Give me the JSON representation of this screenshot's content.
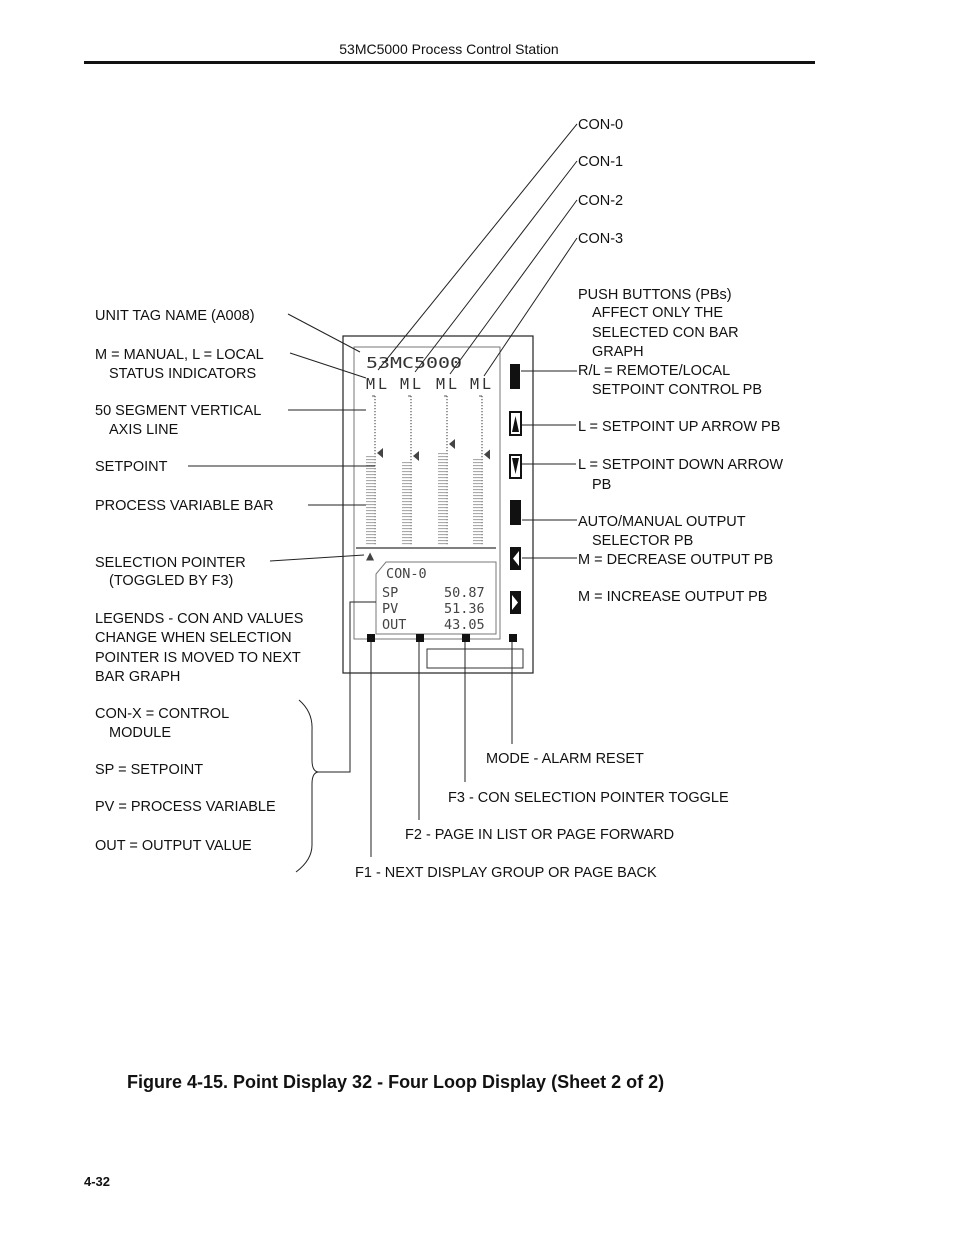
{
  "page": {
    "header": "53MC5000 Process Control Station",
    "caption": "Figure 4-15.  Point Display 32 - Four Loop Display (Sheet 2 of 2)",
    "page_number": "4-32"
  },
  "display": {
    "unit_tag": "53MC5000",
    "status_letters": [
      "M",
      "L",
      "M",
      "L",
      "M",
      "L",
      "M",
      "L"
    ],
    "pointer_glyph": "▲",
    "legend": {
      "con": "CON-0",
      "rows": [
        {
          "name": "SP",
          "value": "50.87"
        },
        {
          "name": "PV",
          "value": "51.36"
        },
        {
          "name": "OUT",
          "value": "43.05"
        }
      ]
    }
  },
  "labels": {
    "con_tags": [
      "CON-0",
      "CON-1",
      "CON-2",
      "CON-3"
    ],
    "left": {
      "unit_tag_name": "UNIT TAG NAME (A008)",
      "ml_status": [
        "M = MANUAL, L = LOCAL",
        "STATUS INDICATORS"
      ],
      "axis_line": [
        "50 SEGMENT VERTICAL",
        "AXIS LINE"
      ],
      "setpoint": "SETPOINT",
      "pv_bar": "PROCESS VARIABLE BAR",
      "selection_pointer": [
        "SELECTION POINTER",
        "(TOGGLED BY F3)"
      ],
      "legends": [
        "LEGENDS - CON AND VALUES",
        "CHANGE WHEN SELECTION",
        "POINTER IS MOVED TO NEXT",
        "BAR GRAPH"
      ],
      "defs": [
        "CON-X = CONTROL",
        "MODULE",
        "SP = SETPOINT",
        "PV = PROCESS VARIABLE",
        "OUT = OUTPUT VALUE"
      ]
    },
    "right": {
      "push_buttons": [
        "PUSH BUTTONS (PBs)",
        "AFFECT ONLY THE",
        "SELECTED CON BAR",
        "GRAPH"
      ],
      "rl": [
        "R/L = REMOTE/LOCAL",
        "SETPOINT CONTROL PB"
      ],
      "sp_up": "L = SETPOINT UP ARROW PB",
      "sp_down": [
        "L = SETPOINT DOWN ARROW",
        "PB"
      ],
      "auto_manual": [
        "AUTO/MANUAL OUTPUT",
        "SELECTOR PB"
      ],
      "decrease": "M = DECREASE OUTPUT PB",
      "increase": "M = INCREASE OUTPUT PB"
    },
    "bottom": {
      "mode": "MODE - ALARM RESET",
      "f3": "F3 - CON SELECTION POINTER TOGGLE",
      "f2": "F2 - PAGE IN LIST OR PAGE FORWARD",
      "f1": "F1 - NEXT DISPLAY GROUP OR PAGE BACK"
    }
  },
  "bar_graph": {
    "setpoints": [
      0.62,
      0.6,
      0.68,
      0.61
    ],
    "pv_levels": [
      0.6,
      0.56,
      0.62,
      0.58
    ],
    "segments": 50
  }
}
